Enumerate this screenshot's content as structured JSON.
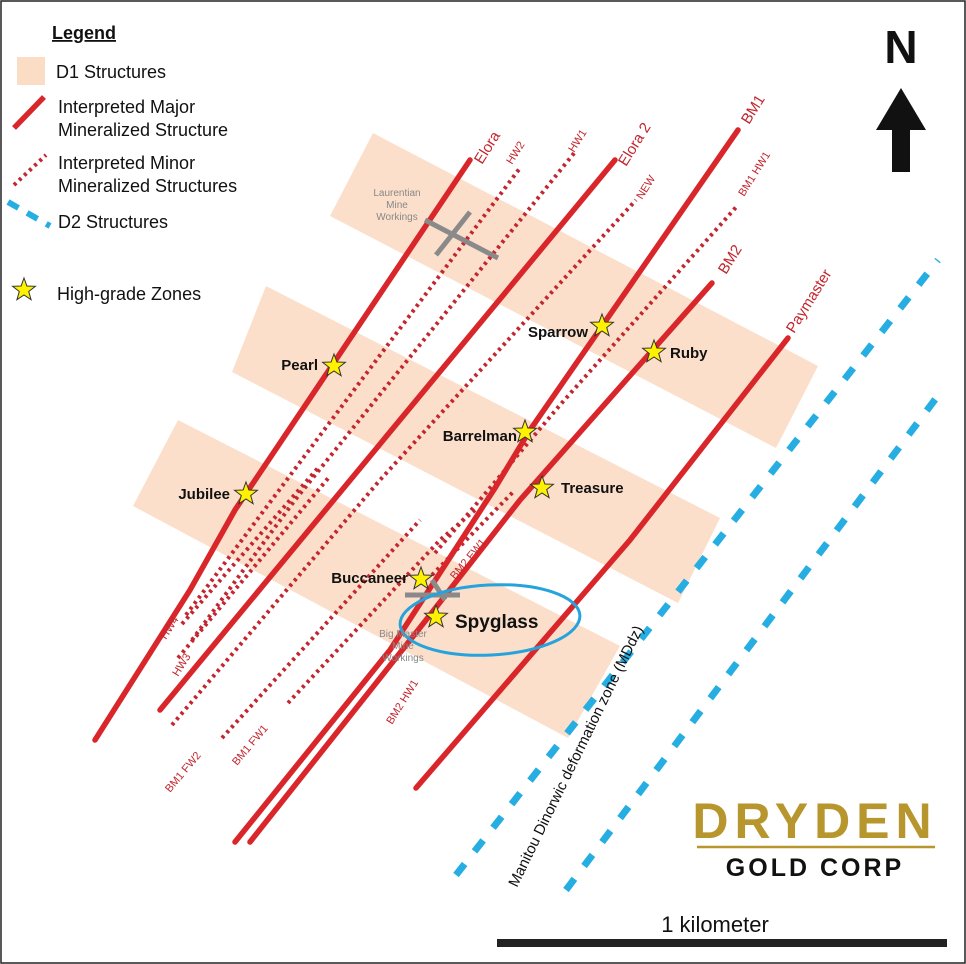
{
  "legend": {
    "title": "Legend",
    "d1": "D1 Structures",
    "major_line1": "Interpreted Major",
    "major_line2": "Mineralized Structure",
    "minor_line1": "Interpreted Minor",
    "minor_line2": "Mineralized Structures",
    "d2": "D2 Structures",
    "zones": "High-grade Zones"
  },
  "north_label": "N",
  "structures": {
    "elora": "Elora",
    "elora2": "Elora 2",
    "bm1": "BM1",
    "bm2": "BM2",
    "paymaster": "Paymaster",
    "hw1": "HW1",
    "hw2": "HW2",
    "new": "NEW",
    "bm1_hw1": "BM1 HW1",
    "hw3": "HW3",
    "hw4": "HW4",
    "bm1_fw2": "BM1 FW2",
    "bm1_fw1": "BM1 FW1",
    "bm2_hw1": "BM2 HW1",
    "bm2_fw1": "BM2 FW1"
  },
  "mines": {
    "laurentian_1": "Laurentian",
    "laurentian_2": "Mine",
    "laurentian_3": "Workings",
    "bigmaster_1": "Big Master",
    "bigmaster_2": "Mine",
    "bigmaster_3": "Workings"
  },
  "zones": {
    "pearl": "Pearl",
    "jubilee": "Jubilee",
    "sparrow": "Sparrow",
    "ruby": "Ruby",
    "barrelman": "Barrelman",
    "treasure": "Treasure",
    "buccaneer": "Buccaneer",
    "spyglass": "Spyglass"
  },
  "deformation_zone": "Manitou Dinorwic deformation zone (MDdz)",
  "scale_label": "1 kilometer",
  "brand": {
    "name": "DRYDEN",
    "sub": "GOLD CORP",
    "gold": "#b8962e"
  },
  "colors": {
    "d1_fill": "#fbdcc4",
    "major": "#d9262b",
    "minor": "#c3262e",
    "d2": "#26aee2",
    "star": "#fff200",
    "ellipse": "#26a3dd"
  }
}
